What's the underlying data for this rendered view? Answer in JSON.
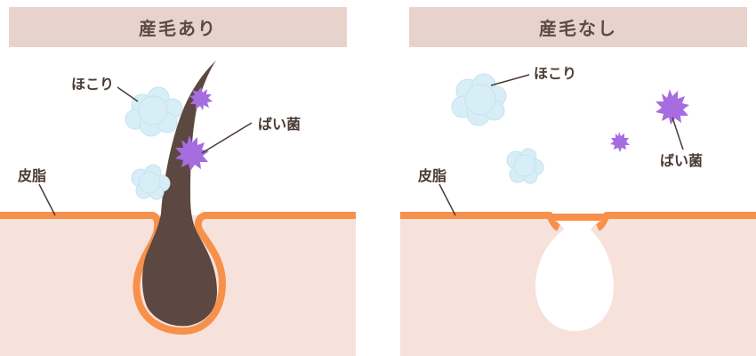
{
  "left": {
    "title": "産毛あり",
    "labels": {
      "dust": "ほこり",
      "bacteria": "ばい菌",
      "sebum": "皮脂"
    }
  },
  "right": {
    "title": "産毛なし",
    "labels": {
      "dust": "ほこり",
      "bacteria": "ばい菌",
      "sebum": "皮脂"
    }
  },
  "colors": {
    "header_bg": "#e8d3cc",
    "skin": "#f7e1db",
    "sebum": "#f7904a",
    "hair": "#5c4840",
    "dust": "#d7eef7",
    "bacteria": "#a56de0"
  }
}
